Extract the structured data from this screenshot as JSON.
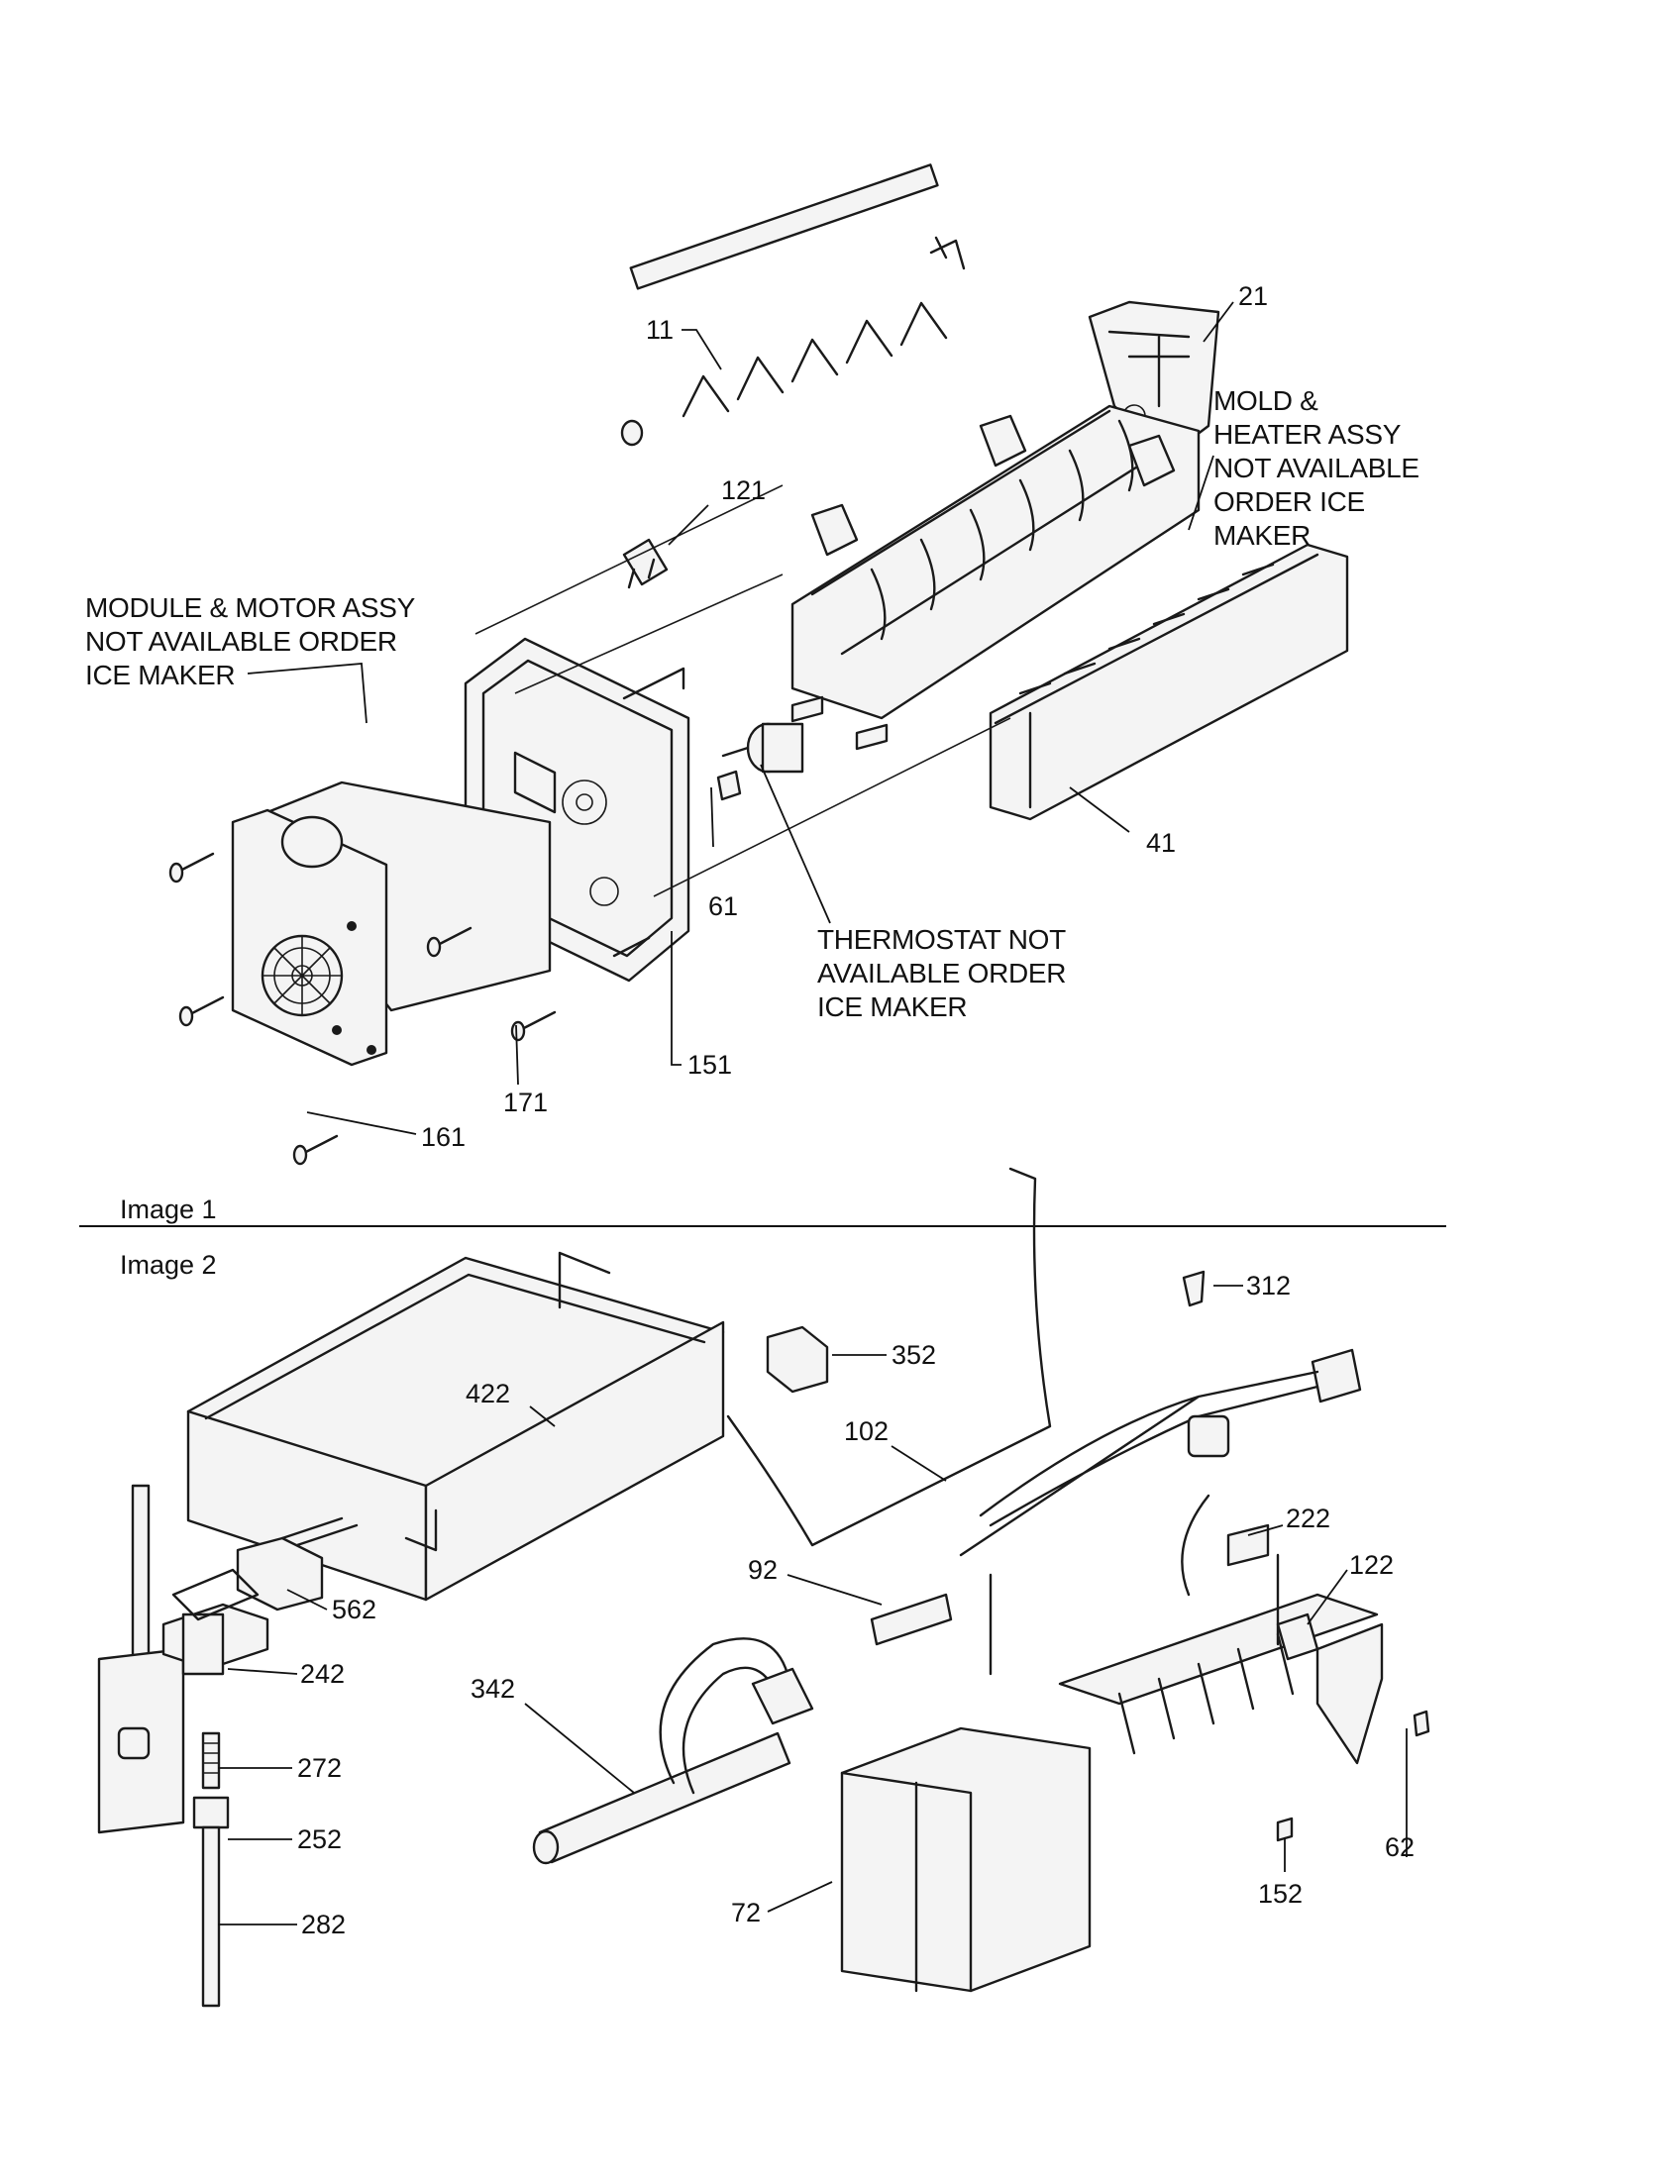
{
  "image1": {
    "caption": "Image 1",
    "parts": [
      "11",
      "21",
      "121",
      "61",
      "41",
      "151",
      "171",
      "161"
    ],
    "notes": {
      "mold": "MOLD &\nHEATER ASSY\nNOT AVAILABLE\nORDER ICE\nMAKER",
      "module": "MODULE & MOTOR ASSY\nNOT AVAILABLE ORDER\nICE MAKER",
      "thermostat": "THERMOSTAT NOT\nAVAILABLE ORDER\nICE MAKER"
    }
  },
  "image2": {
    "caption": "Image 2",
    "parts": [
      "312",
      "352",
      "422",
      "102",
      "222",
      "122",
      "92",
      "562",
      "242",
      "342",
      "272",
      "252",
      "282",
      "72",
      "152",
      "62"
    ]
  }
}
